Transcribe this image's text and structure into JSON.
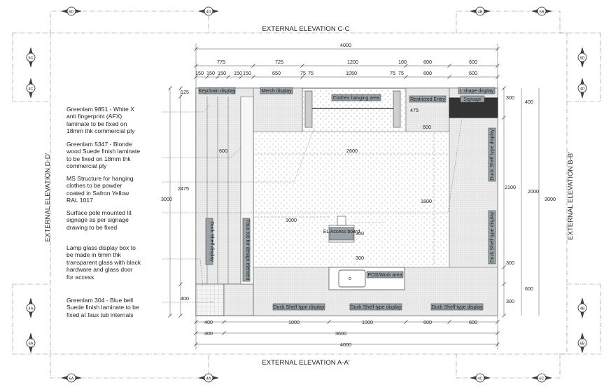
{
  "elevations": {
    "top": "EXTERNAL ELEVATION C-C",
    "bottom": "EXTERNAL ELEVATION A-A'",
    "left": "EXTERNAL ELEVATION D-D'",
    "right": "EXTERNAL ELEVATION B-B'"
  },
  "section_markers": [
    "6D",
    "4D",
    "4B",
    "6B",
    "6C",
    "4C",
    "4A",
    "6A",
    "6A",
    "4A",
    "4C",
    "6C",
    "6D",
    "4D",
    "4B",
    "6B"
  ],
  "dimensions": {
    "top_total": "4000",
    "top_row1": [
      "775",
      "725",
      "1200",
      "100",
      "600",
      "600"
    ],
    "top_row2": [
      "150",
      "150",
      "150",
      "150",
      "150",
      "650",
      "75",
      "75",
      "1050",
      "75",
      "75",
      "600",
      "600"
    ],
    "bottom_row1": [
      "400",
      "1000",
      "1000",
      "600",
      "600"
    ],
    "bottom_row2": [
      "400",
      "3600"
    ],
    "bottom_total": "4000",
    "left": [
      "125",
      "2475",
      "3000",
      "400"
    ],
    "right_inner": [
      "300",
      "400",
      "2100",
      "300",
      "600",
      "300"
    ],
    "right_outer": [
      "2000",
      "3000"
    ],
    "interior": [
      "600",
      "2600",
      "1800",
      "1000",
      "300",
      "300",
      "475",
      "600"
    ]
  },
  "zones": {
    "keychain": "Keychain display",
    "merch": "Merch display",
    "clothes": "Clothes hanging area",
    "restricted": "Restricted Entry",
    "lshape": "L shape display",
    "signage": "Signage",
    "duck_right_1": "Duck Shelf type display",
    "duck_right_2": "Duck Shelf type display",
    "duck_left": "Duck Shelf display",
    "faux_tub": "Faux tub for design element",
    "el_access": "EL Access board",
    "pos": "POS/Work area",
    "duck_bottom_1": "Duck Shelf type display",
    "duck_bottom_2": "Duck Shelf type display",
    "duck_bottom_3": "Duck Shelf type display"
  },
  "notes": [
    "Greenlam 9851 - White X\nanti fingerprint (AFX)\nlaminate to be fixed on\n18mm thk commercial ply",
    "Greenlam 5347 - Blonde\nwood Suede finish laminate\nto be fixed on 18mm thk\ncommercial ply",
    "MS Structure for hanging\nclothes to be powder\ncoated in Safron Yellow\nRAL 1017",
    "Surface pole mounted lit\nsignage as per signage\ndrawing to be fixed",
    "Lamp glass display box to\nbe made in 6mm thk\ntransparent glass with black\nhardware and glass door\nfor access",
    "Greenlam 304 - Blue bell\nSuede finish laminate to be\nfixed at faux tub internals"
  ]
}
